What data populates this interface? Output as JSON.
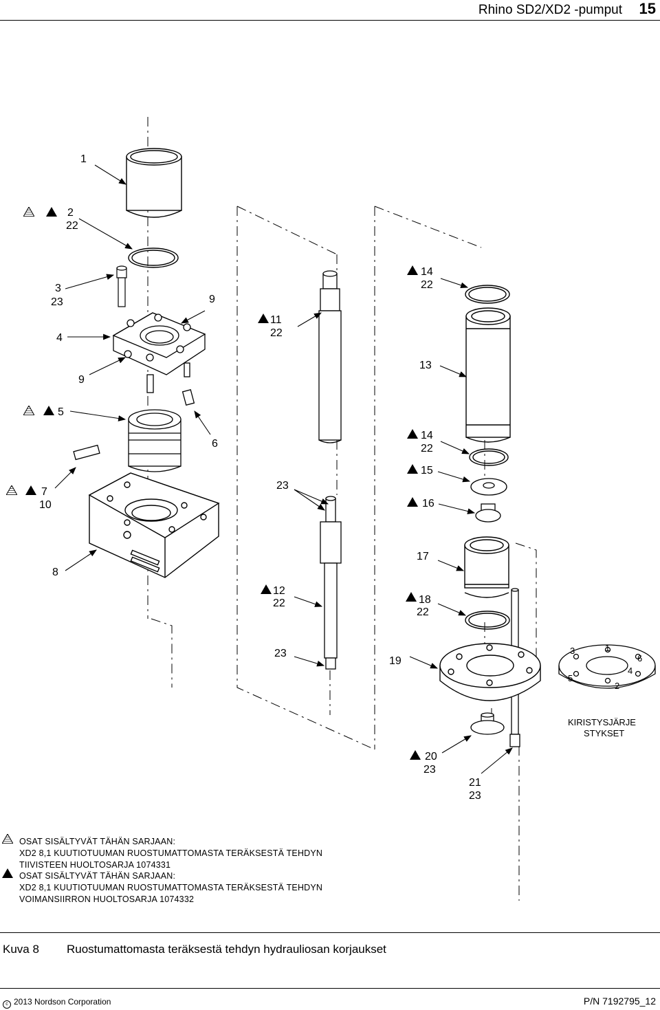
{
  "header": {
    "title": "Rhino SD2/XD2 -pumput",
    "page": "15"
  },
  "callouts": {
    "c1": "1",
    "c2a": "2",
    "c2b": "22",
    "c3a": "3",
    "c3b": "23",
    "c9top": "9",
    "c4": "4",
    "c11a": "11",
    "c11b": "22",
    "c14a": "14",
    "c14b": "22",
    "c13": "13",
    "c9": "9",
    "c5": "5",
    "c6": "6",
    "c14c": "14",
    "c14d": "22",
    "c15": "15",
    "c7a": "7",
    "c7b": "10",
    "c23a": "23",
    "c16": "16",
    "c8": "8",
    "c17": "17",
    "c12a": "12",
    "c12b": "22",
    "c18a": "18",
    "c18b": "22",
    "c23b": "23",
    "c19": "19",
    "c20a": "20",
    "c20b": "23",
    "c21a": "21",
    "c21b": "23"
  },
  "torque_sequence": {
    "nums": [
      "3",
      "1",
      "6",
      "4",
      "5",
      "2"
    ],
    "label_line1": "KIRISTYSJÄRJE",
    "label_line2": "STYKSET"
  },
  "legend": {
    "kit1_line1": "OSAT SISÄLTYVÄT TÄHÄN SARJAAN:",
    "kit1_line2": "XD2  8,1  KUUTIOTUUMAN  RUOSTUMATTOMASTA  TERÄKSESTÄ  TEHDYN",
    "kit1_line3": "TIIVISTEEN HUOLTOSARJA 1074331",
    "kit2_line1": "OSAT SISÄLTYVÄT TÄHÄN SARJAAN:",
    "kit2_line2": "XD2   8,1   KUUTIOTUUMAN   RUOSTUMATTOMASTA   TERÄKSESTÄ   TEHDYN",
    "kit2_line3": "VOIMANSIIRRON HUOLTOSARJA 1074332"
  },
  "caption": {
    "number": "Kuva 8",
    "text": "Ruostumattomasta teräksestä tehdyn hydrauliosan korjaukset"
  },
  "footer": {
    "copyright": "2013 Nordson Corporation",
    "part_number": "P/N 7192795_12"
  },
  "icons": {
    "kit1": "hatched-triangle-icon",
    "kit2": "solid-triangle-icon",
    "copyright": "copyright-icon"
  }
}
